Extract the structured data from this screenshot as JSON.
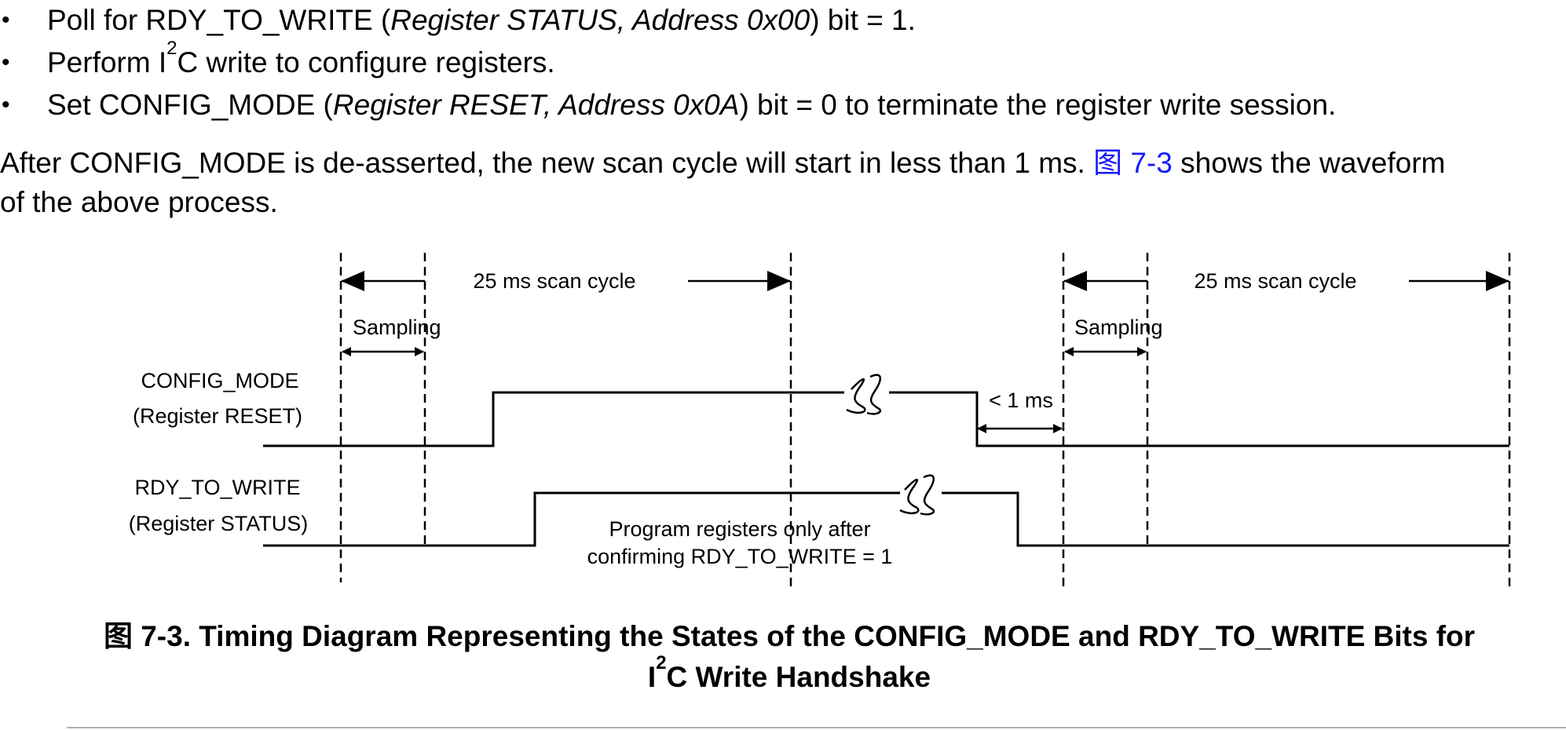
{
  "bullets": [
    {
      "pre": "Poll for RDY_TO_WRITE (",
      "ital": "Register STATUS, Address 0x00",
      "post": ") bit = 1."
    },
    {
      "pre": "Perform I",
      "sup": "2",
      "post": "C write to configure registers."
    },
    {
      "pre": "Set CONFIG_MODE (",
      "ital": "Register RESET, Address 0x0A",
      "post": ") bit = 0 to terminate the register write session."
    }
  ],
  "paragraph": {
    "text1": "After CONFIG_MODE is de-asserted, the new scan cycle will start in less than 1 ms. ",
    "xref": "图 7-3",
    "text2": " shows the waveform",
    "line2": "of the above process."
  },
  "diagram": {
    "scan_cycle_1": "25 ms scan cycle",
    "scan_cycle_2": "25 ms scan cycle",
    "sampling_1": "Sampling",
    "sampling_2": "Sampling",
    "signal_1_name": "CONFIG_MODE",
    "signal_1_reg": "(Register RESET)",
    "signal_2_name": "RDY_TO_WRITE",
    "signal_2_reg": "(Register STATUS)",
    "delay_label": "< 1 ms",
    "note_line1": "Program registers only after",
    "note_line2": "confirming RDY_TO_WRITE = 1"
  },
  "caption": {
    "line1": "图 7-3. Timing Diagram Representing the States of the CONFIG_MODE and RDY_TO_WRITE Bits for",
    "line2_pre": "I",
    "line2_sup": "2",
    "line2_post": "C Write Handshake"
  },
  "colors": {
    "link": "#1a1aff",
    "text": "#000000",
    "rule": "#b0b0b0"
  }
}
